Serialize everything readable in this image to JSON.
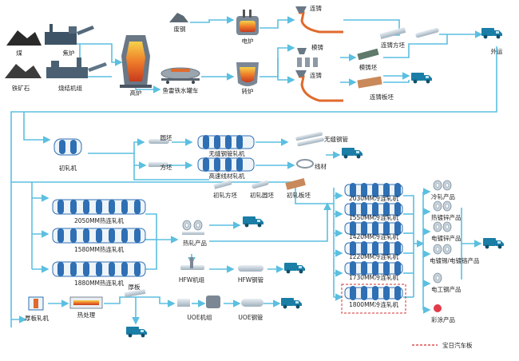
{
  "raw": {
    "coal": "煤",
    "coke_oven": "焦炉",
    "iron_ore": "铁矿石",
    "sinter": "烧结机组",
    "blast_furnace": "高炉",
    "torpedo_car": "鱼雷铁水罐车"
  },
  "steelmaking": {
    "scrap": "废钢",
    "eaf": "电炉",
    "converter": "转炉"
  },
  "casting": {
    "cc1": "连铸",
    "cc2": "模铸",
    "cc3": "连铸",
    "billet": "连铸方坯",
    "ingot": "模铸坯",
    "slab": "连铸板坯",
    "export": "外运"
  },
  "primary": {
    "blooming": "初轧机",
    "round_billet": "圆坯",
    "square_billet": "方坯",
    "seamless_mill": "无缝钢管轧机",
    "wire_mill": "高速线材轧机",
    "seamless_pipe": "无缝钢管",
    "wire": "线材",
    "p_square": "初轧方坯",
    "p_round": "初轧圆坯",
    "p_slab": "初轧板坯"
  },
  "hot": {
    "m2050": "2050MM热连轧机",
    "m1580": "1580MM热连轧机",
    "m1880": "1880MM热连轧机",
    "products": "热轧产品",
    "hfw_mill": "HFW机组",
    "hfw_pipe": "HFW钢管"
  },
  "plate": {
    "plate_mill": "厚板轧机",
    "heat_treat": "热处理",
    "plate": "厚板",
    "uoe_mill": "UOE机组",
    "uoe_pipe": "UOE钢管"
  },
  "cold": {
    "mills": [
      "2030MM冷连轧机",
      "1550MM冷连轧机",
      "1420MM冷连轧机",
      "1220MM冷连轧机",
      "1730MM冷连轧机",
      "1800MM冷连轧机"
    ]
  },
  "products": {
    "items": [
      "冷轧产品",
      "热镀锌产品",
      "电镀锌产品",
      "电镀锡/电镀铬产品",
      "电工钢产品",
      "彩涂产品"
    ]
  },
  "legend": {
    "label": "宝日汽车板"
  },
  "colors": {
    "flow": "#5bbfe0",
    "roll": "#2f6fb4",
    "truck": "#1a7ea6",
    "legend_dash": "#d32f2f",
    "hot_slab": "#e06a2c"
  }
}
